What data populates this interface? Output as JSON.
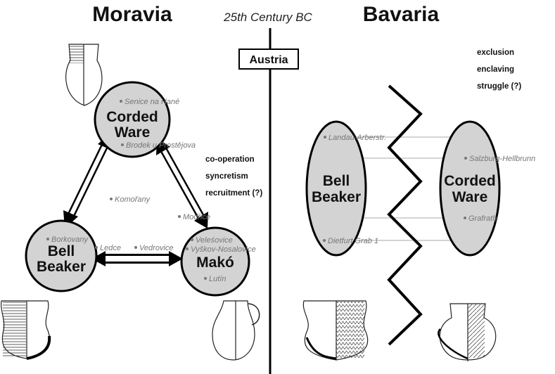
{
  "header": {
    "left_title": "Moravia",
    "center_subtitle": "25th Century BC",
    "right_title": "Bavaria"
  },
  "divider": {
    "label": "Austria"
  },
  "moravia": {
    "nodes": {
      "corded_ware": [
        "Corded",
        "Ware"
      ],
      "bell_beaker": [
        "Bell",
        "Beaker"
      ],
      "mako": [
        "Makó"
      ]
    },
    "sites": [
      "Senice na Hané",
      "Brodek u Prostějova",
      "Komořany",
      "Borkovany",
      "Ledce",
      "Vedrovice",
      "Modřice",
      "Veleśovice",
      "Vyškov-Nosalovice",
      "Lutín"
    ],
    "notes": [
      "co-operation",
      "syncretism",
      "recruitment (?)"
    ]
  },
  "bavaria": {
    "nodes": {
      "bell_beaker": [
        "Bell",
        "Beaker"
      ],
      "corded_ware": [
        "Corded",
        "Ware"
      ]
    },
    "sites": [
      "Landau-Arberstr.",
      "Salzburg-Hellbrunn",
      "Grafrath",
      "Dietfurt Grab 1"
    ],
    "notes": [
      "exclusion",
      "enclaving",
      "struggle (?)"
    ]
  },
  "colors": {
    "node_fill": "#d3d3d3",
    "line": "#000000",
    "site_text": "#777777"
  },
  "icons": [
    "corded-ware-beaker-pot-icon",
    "bell-beaker-pot-icon",
    "mako-jug-icon",
    "bell-beaker-decorated-pot-icon",
    "corded-ware-amphora-icon"
  ]
}
